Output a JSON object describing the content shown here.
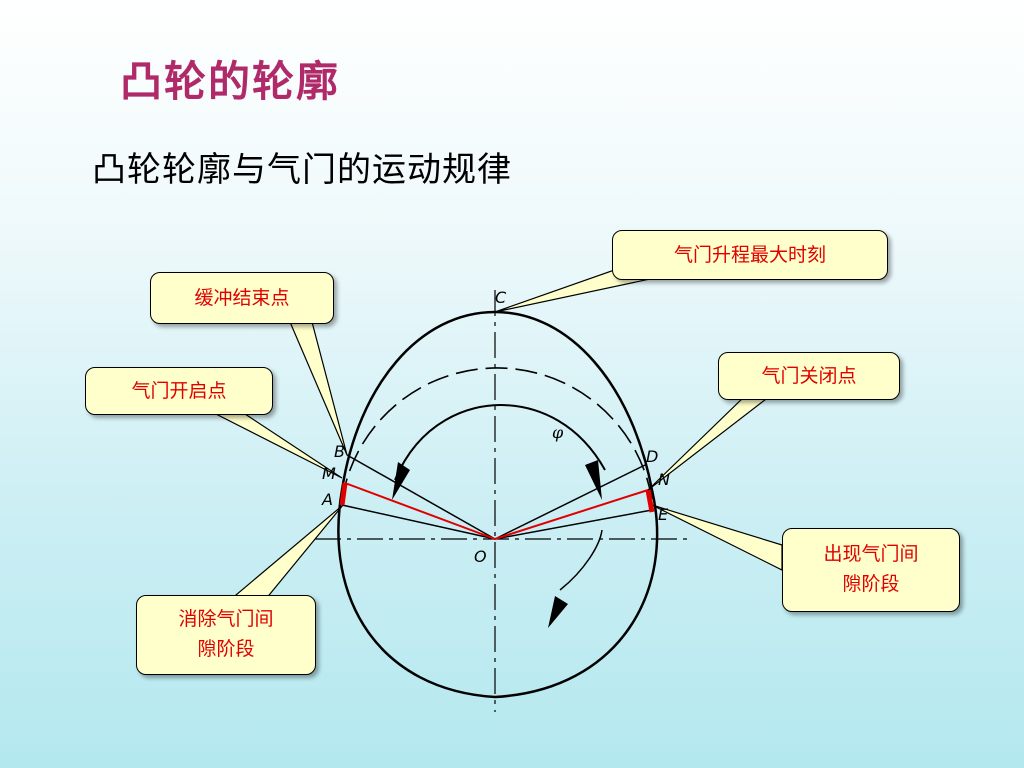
{
  "title": "凸轮的轮廓",
  "subtitle": "凸轮轮廓与气门的运动规律",
  "callouts": {
    "max_lift": "气门升程最大时刻",
    "buffer_end": "缓冲结束点",
    "valve_open": "气门开启点",
    "valve_close": "气门关闭点",
    "clearance_appear_1": "出现气门间",
    "clearance_appear_2": "隙阶段",
    "clearance_eliminate_1": "消除气门间",
    "clearance_eliminate_2": "隙阶段"
  },
  "points": {
    "C": "C",
    "B": "B",
    "M": "M",
    "A": "A",
    "D": "D",
    "N": "N",
    "E": "E",
    "O": "O",
    "phi": "φ"
  },
  "colors": {
    "title": "#b02a6a",
    "callout_text": "#e00000",
    "highlight": "#e00000"
  }
}
